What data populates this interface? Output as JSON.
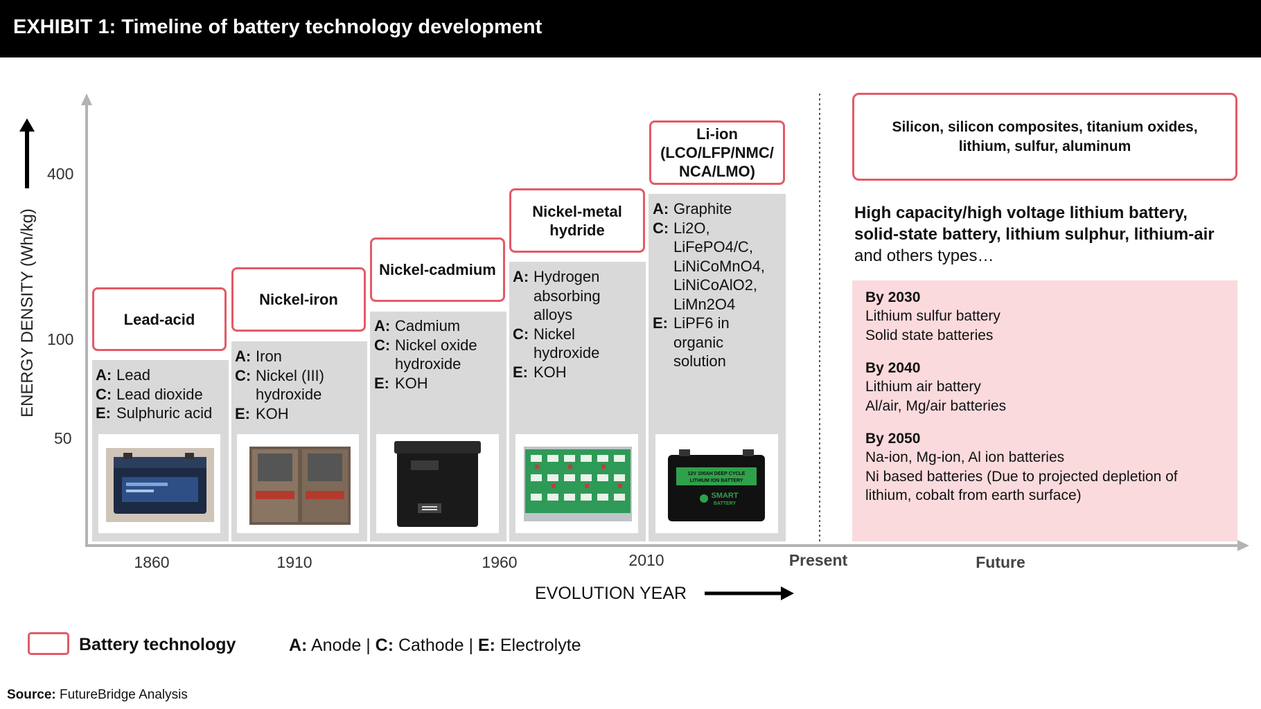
{
  "header": {
    "title": "EXHIBIT 1: Timeline of battery technology development"
  },
  "y_axis": {
    "label": "ENERGY DENSITY (Wh/kg)",
    "ticks": [
      "400",
      "100",
      "50"
    ]
  },
  "x_axis": {
    "label": "EVOLUTION YEAR",
    "ticks": [
      "1860",
      "1910",
      "1960",
      "2010"
    ],
    "present_label": "Present",
    "future_label": "Future"
  },
  "technologies": [
    {
      "name": "Lead-acid",
      "anode": "Lead",
      "cathode": [
        "Lead dioxide"
      ],
      "electrolyte": [
        "Sulphuric acid"
      ],
      "image_icon": "lead-acid-battery-photo"
    },
    {
      "name": "Nickel-iron",
      "anode": "Iron",
      "cathode": [
        "Nickel (III)",
        "hydroxide"
      ],
      "electrolyte": [
        "KOH"
      ],
      "image_icon": "nickel-iron-battery-photo"
    },
    {
      "name": "Nickel-cadmium",
      "anode": "Cadmium",
      "cathode": [
        "Nickel oxide",
        "hydroxide"
      ],
      "electrolyte": [
        "KOH"
      ],
      "image_icon": "nickel-cadmium-battery-photo"
    },
    {
      "name": "Nickel-metal hydride",
      "anode": [
        "Hydrogen",
        "absorbing",
        "alloys"
      ],
      "cathode": [
        "Nickel",
        "hydroxide"
      ],
      "electrolyte": [
        "KOH"
      ],
      "image_icon": "nimh-battery-pack-photo"
    },
    {
      "name": "Li-ion (LCO/LFP/NMC/ NCA/LMO)",
      "anode": "Graphite",
      "cathode": [
        "Li2O,",
        "LiFePO4/C,",
        "LiNiCoMnO4,",
        "LiNiCoAlO2,",
        "LiMn2O4"
      ],
      "electrolyte": [
        "LiPF6 in",
        "organic",
        "solution"
      ],
      "image_icon": "li-ion-battery-photo",
      "battery_text": [
        "12V 100AH DEEP CYCLE",
        "LITHIUM ION BATTERY",
        "SMART",
        "BATTERY"
      ]
    }
  ],
  "keys": {
    "anode": "A:",
    "cathode": "C:",
    "electrolyte": "E:"
  },
  "future": {
    "materials": "Silicon, silicon composites, titanium oxides, lithium, sulfur, aluminum",
    "types_bold": "High capacity/high voltage lithium battery, solid-state battery, lithium sulphur, lithium-air",
    "types_rest": " and others types…",
    "forecast": [
      {
        "year": "By 2030",
        "items": [
          "Lithium sulfur battery",
          "Solid state batteries"
        ]
      },
      {
        "year": "By 2040",
        "items": [
          "Lithium air battery",
          "Al/air, Mg/air batteries"
        ]
      },
      {
        "year": "By 2050",
        "items": [
          "Na-ion, Mg-ion, Al ion batteries",
          "Ni based batteries (Due to projected depletion of lithium, cobalt from earth surface)"
        ]
      }
    ]
  },
  "legend": {
    "swatch_label": "Battery technology",
    "key_a": "A:",
    "key_a_text": " Anode | ",
    "key_c": "C:",
    "key_c_text": " Cathode | ",
    "key_e": "E:",
    "key_e_text": " Electrolyte"
  },
  "source": {
    "label": "Source:",
    "text": " FutureBridge Analysis"
  },
  "colors": {
    "accent_border": "#e35a68",
    "column_gray": "#d9d9d9",
    "forecast_pink": "#fadadd",
    "header_black": "#000000"
  }
}
